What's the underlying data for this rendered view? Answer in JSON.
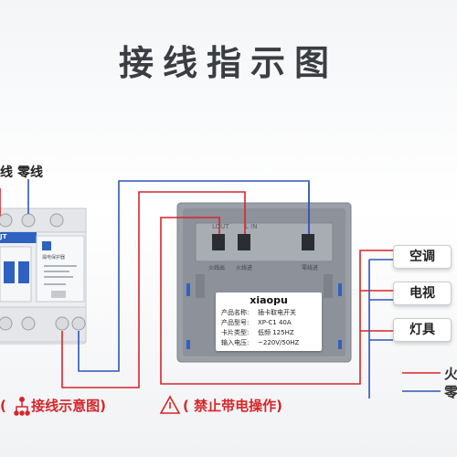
{
  "title": "接线指示图",
  "wire_labels": {
    "live_partial": "线",
    "neutral": "零线"
  },
  "breaker": {
    "text_partial": "JT",
    "small_label": "漏电保护器"
  },
  "switch": {
    "terminal_label_1": "LOUT",
    "terminal_label_2": "L IN",
    "term_text_1": "火线出",
    "term_text_2": "火线进",
    "term_text_3": "零线进",
    "card": {
      "brand": "xiaopu",
      "rows": [
        {
          "key": "产品名称:",
          "value": "插卡取电开关"
        },
        {
          "key": "产品型号:",
          "value": "XP-C1 40A"
        },
        {
          "key": "卡片类型:",
          "value": "低频 125HZ"
        },
        {
          "key": "输入电压:",
          "value": "~220V/50HZ"
        }
      ]
    }
  },
  "loads": [
    "空调",
    "电视",
    "灯具"
  ],
  "notes": {
    "wiring": "( 接线示意图)",
    "warning": "( 禁止带电操作)"
  },
  "legend": {
    "live": "火",
    "neutral": "零"
  },
  "colors": {
    "live": "#d6262a",
    "neutral": "#2e56b8",
    "accent": "#d6262a"
  },
  "icons": [
    "network-icon",
    "warning-icon"
  ]
}
